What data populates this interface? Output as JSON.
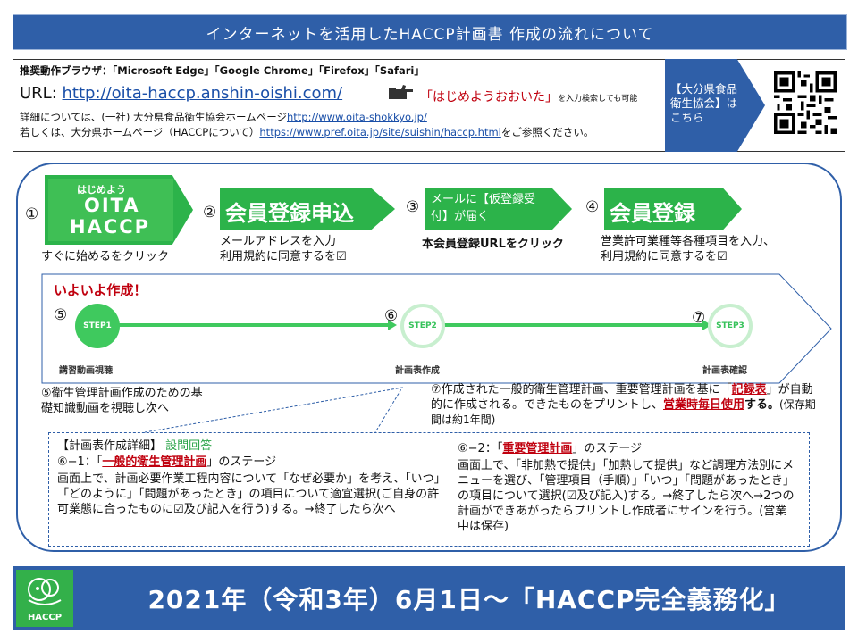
{
  "title": "インターネットを活用したHACCP計画書 作成の流れについて",
  "info": {
    "browsers": "推奨動作ブラウザ：「Microsoft Edge」「Google Chrome」「Firefox」「Safari」",
    "url_label": "URL: ",
    "url": "http://oita-haccp.anshin-oishi.com/",
    "search_hint_quote": "「はじめようおおいた」",
    "search_hint_suffix": "を入力検索しても可能",
    "line1_prefix": "詳細については、(一社) 大分県食品衛生協会ホームページ",
    "line1_link": "http://www.oita-shokkyo.jp/",
    "line2_prefix": "若しくは、大分県ホームページ（HACCPについて）",
    "line2_link": "https://www.pref.oita.jp/site/suishin/haccp.html",
    "line2_suffix": "をご参照ください。",
    "arrow_text": "【大分県食品衛生協会】はこちら"
  },
  "steps": [
    {
      "num": "①",
      "banner_small": "はじめよう",
      "banner_line1": "OITA",
      "banner_line2": "HACCP",
      "desc": "すぐに始めるをクリック"
    },
    {
      "num": "②",
      "banner": "会員登録申込",
      "desc1": "メールアドレスを入力",
      "desc2": "利用規約に同意するを☑"
    },
    {
      "num": "③",
      "banner": "メールに【仮登録受付】が届く",
      "desc": "本会員登録URLをクリック"
    },
    {
      "num": "④",
      "banner": "会員登録",
      "desc1": "営業許可業種等各種項目を入力、",
      "desc2": "利用規約に同意するを☑"
    }
  ],
  "progress": {
    "heading": "いよいよ作成！",
    "nums": [
      "⑤",
      "⑥",
      "⑦"
    ],
    "circles": [
      "STEP1",
      "STEP2",
      "STEP3"
    ],
    "labels": [
      "講習動画視聴",
      "計画表作成",
      "計画表確認"
    ]
  },
  "note5": {
    "line1": "⑤衛生管理計画作成のための基",
    "line2": "礎知識動画を視聴し次へ"
  },
  "note7": {
    "pre": "⑦作成された一般的衛生管理計画、重要管理計画を基に「",
    "red1": "記録表",
    "mid": "」が自動的に作成される。できたものをプリントし、",
    "red2": "営業時毎日使用",
    "post": "する。",
    "tail": "(保存期間は約1年間)"
  },
  "detail": {
    "heading": "【計画表作成詳細】",
    "heading_green": "設問回答",
    "s61_pre": "⑥−1：「",
    "s61_red": "一般的衛生管理計画",
    "s61_post": "」のステージ",
    "s61_body": "画面上で、計画必要作業工程内容について「なぜ必要か」を考え、「いつ」「どのように」「問題があったとき」の項目について適宜選択(ご自身の許可業態に合ったものに☑及び記入を行う)する。→終了したら次へ",
    "s62_pre": "⑥−2：「",
    "s62_red": "重要管理計画",
    "s62_post": "」のステージ",
    "s62_body": "画面上で、「非加熱で提供」「加熱して提供」など調理方法別にメニューを選び、「管理項目（手順）」「いつ」「問題があったとき」の項目について選択(☑及び記入)する。→終了したら次へ→2つの計画ができあがったらプリントし作成者にサインを行う。(営業中は保存)"
  },
  "footer": {
    "logo_text": "HACCP",
    "text": "2021年（令和3年）6月1日～「HACCP完全義務化」"
  }
}
